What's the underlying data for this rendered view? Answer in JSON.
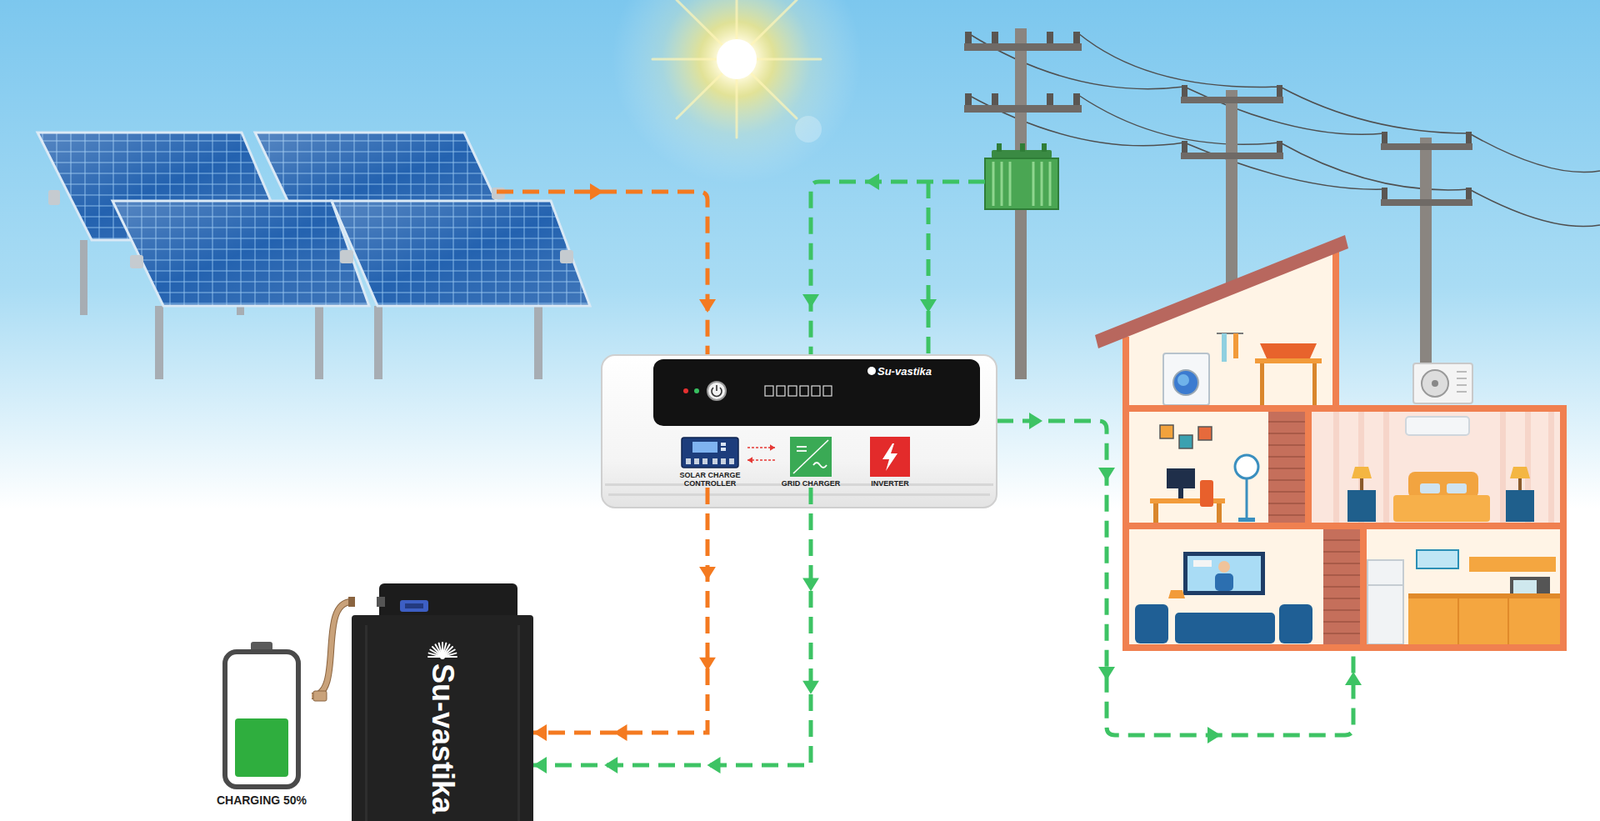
{
  "diagram": {
    "nodes": [
      {
        "text": [
          "Su-vastika"
        ]
      },
      {
        "text": [
          "SOLAR CHARGE CONTROLLER"
        ],
        "in": 0
      },
      {
        "text": [
          "GRID CHARGER"
        ],
        "in": 0
      },
      {
        "text": [
          "INVERTER"
        ],
        "in": 0
      },
      {
        "text": [
          "Su-vastika"
        ]
      },
      {
        "text": [
          "CHARGING 50%"
        ]
      }
    ],
    "edges": [
      {
        "from": 1,
        "to": 4,
        "arrow": "to"
      },
      {
        "from": 2,
        "to": 4,
        "arrow": "to"
      },
      {
        "from": 1,
        "to": 2,
        "arrow": "to"
      },
      {
        "from": 2,
        "to": 1,
        "arrow": "to"
      },
      {
        "from": 4,
        "to": 5,
        "arrow": "none"
      }
    ]
  }
}
